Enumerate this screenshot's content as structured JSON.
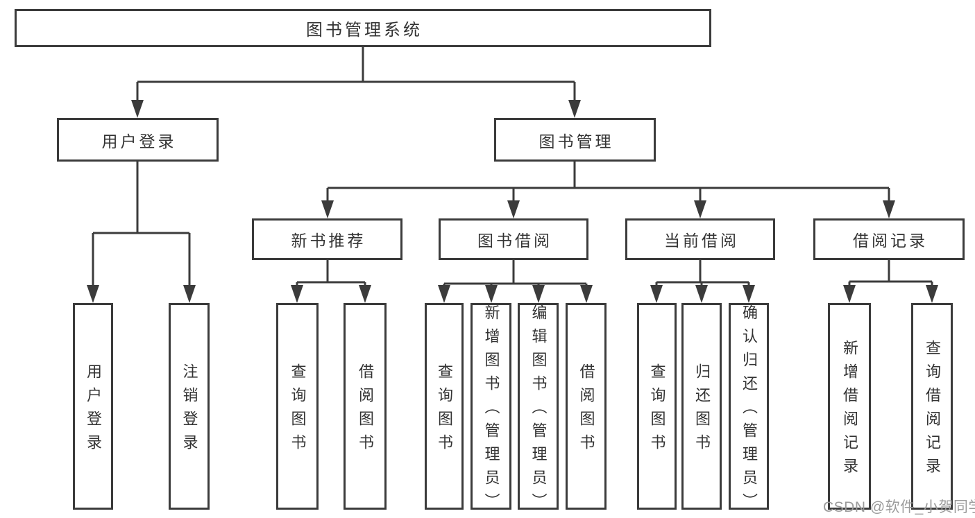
{
  "colors": {
    "background": "#ffffff",
    "line": "#3b3b3b",
    "box_border": "#3b3b3b",
    "text": "#333333",
    "watermark": "#9b9b9b"
  },
  "diagram": {
    "root": {
      "label": "图书管理系统"
    },
    "branches": [
      {
        "label": "用户登录",
        "children": [
          {
            "label": "用户登录"
          },
          {
            "label": "注销登录"
          }
        ]
      },
      {
        "label": "图书管理",
        "children": [
          {
            "label": "新书推荐",
            "children": [
              {
                "label": "查询图书"
              },
              {
                "label": "借阅图书"
              }
            ]
          },
          {
            "label": "图书借阅",
            "children": [
              {
                "label": "查询图书"
              },
              {
                "label": "新增图书（管理员）"
              },
              {
                "label": "编辑图书（管理员）"
              },
              {
                "label": "借阅图书"
              }
            ]
          },
          {
            "label": "当前借阅",
            "children": [
              {
                "label": "查询图书"
              },
              {
                "label": "归还图书"
              },
              {
                "label": "确认归还（管理员）"
              }
            ]
          },
          {
            "label": "借阅记录",
            "children": [
              {
                "label": "新增借阅记录"
              },
              {
                "label": "查询借阅记录"
              }
            ]
          }
        ]
      }
    ]
  },
  "watermark": {
    "text": "CSDN @软件_小贺同学"
  }
}
